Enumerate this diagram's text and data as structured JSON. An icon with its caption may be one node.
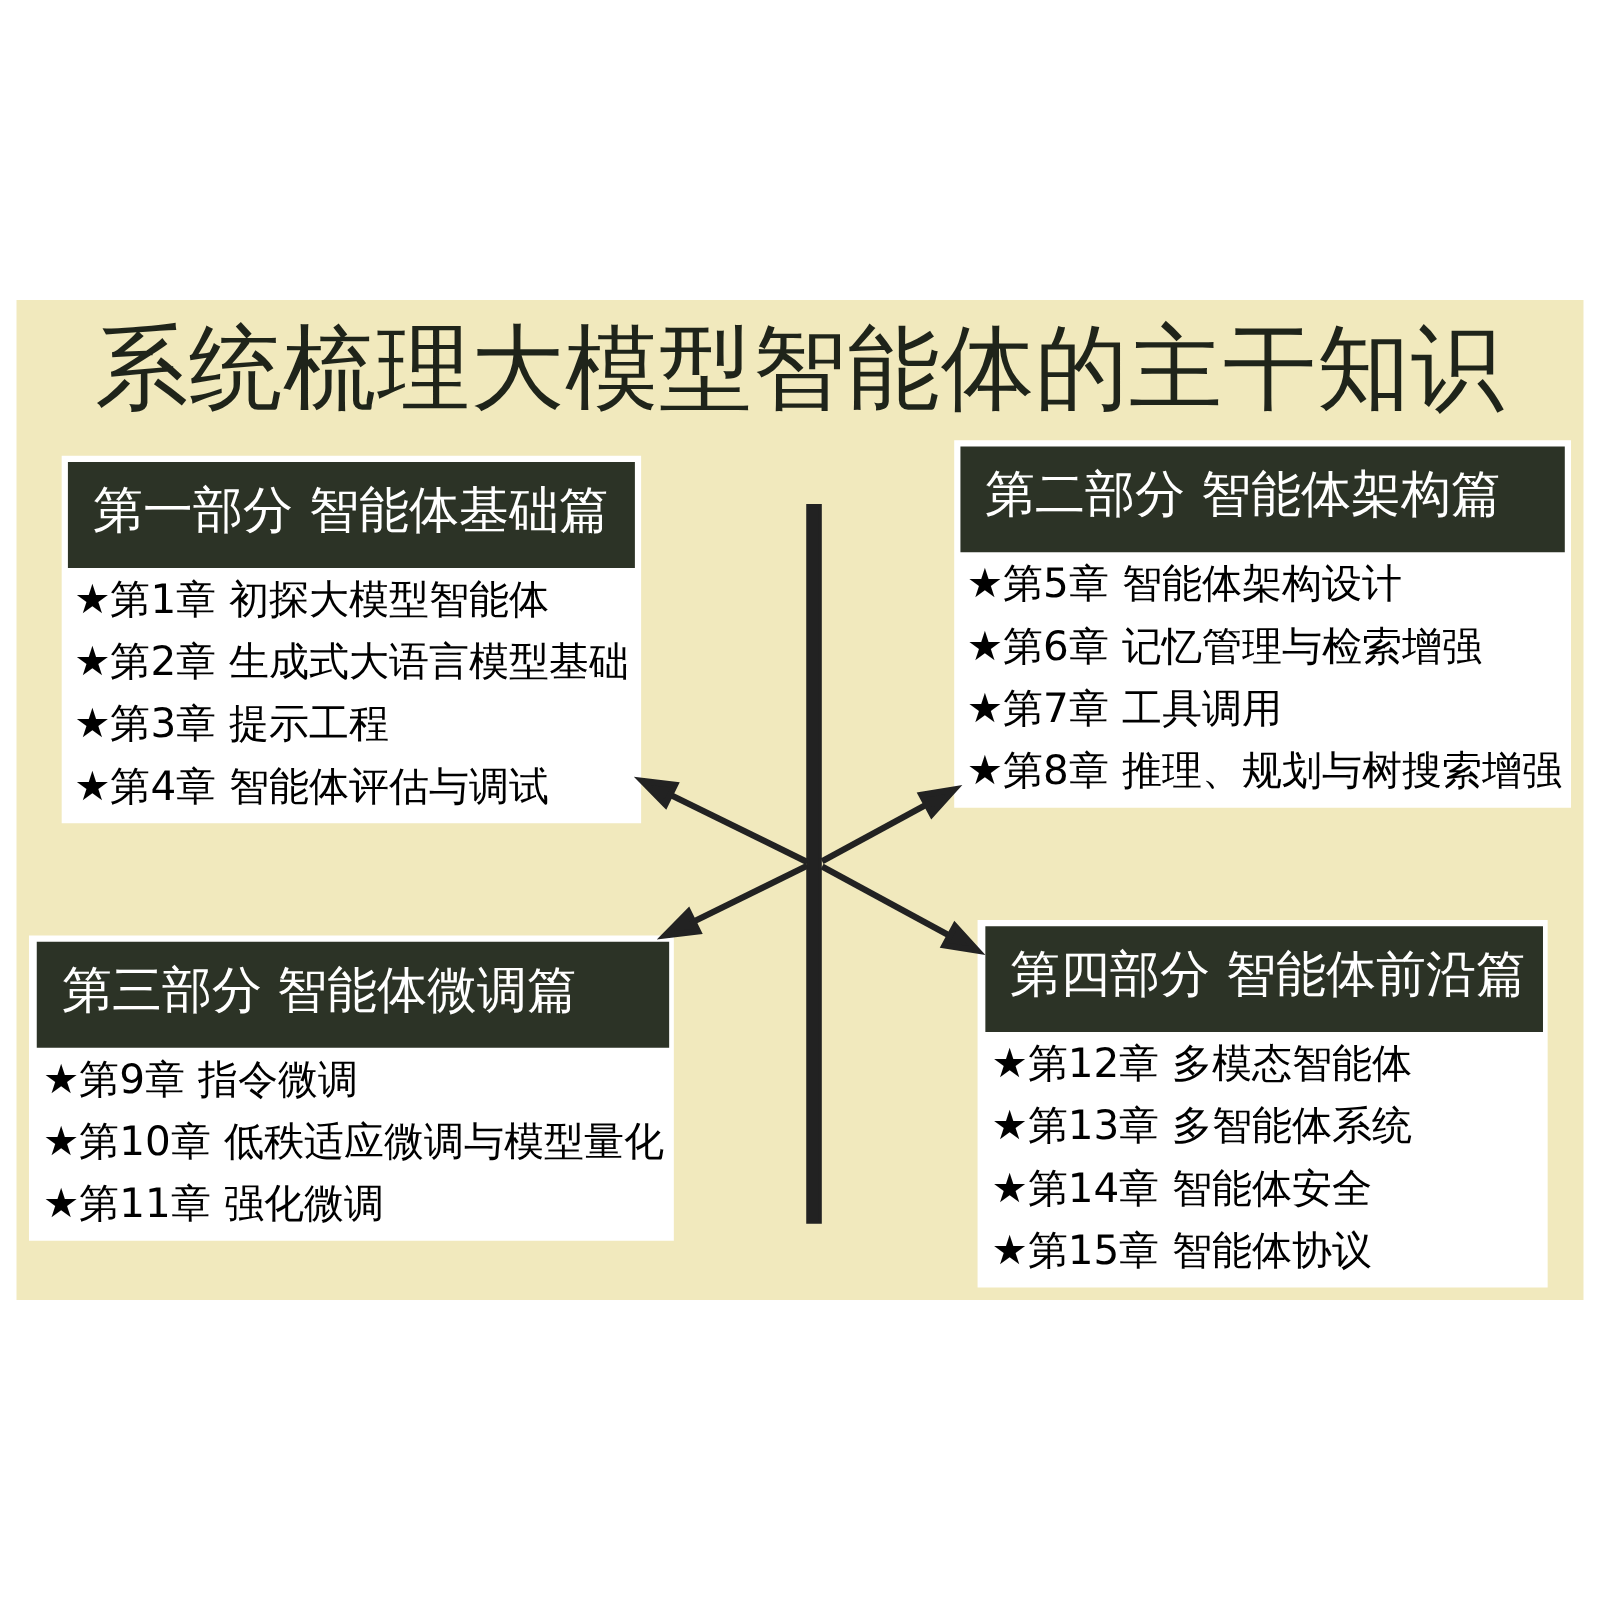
{
  "diagram": {
    "title": "系统梳理大模型智能体的主干知识",
    "nodes": [
      {
        "text": [
          "第一部分 智能体基础篇",
          "★第1章 初探大模型智能体",
          "★第2章 生成式大语言模型基础",
          "★第3章 提示工程",
          "★第4章 智能体评估与调试"
        ]
      },
      {
        "text": [
          "第二部分 智能体架构篇",
          "★第5章 智能体架构设计",
          "★第6章 记忆管理与检索增强",
          "★第7章 工具调用",
          "★第8章 推理、规划与树搜索增强"
        ]
      },
      {
        "text": [
          "第三部分 智能体微调篇",
          "★第9章 指令微调",
          "★第10章 低秩适应微调与模型量化",
          "★第11章 强化微调"
        ]
      },
      {
        "text": [
          "第四部分 智能体前沿篇",
          "★第12章 多模态智能体",
          "★第13章 多智能体系统",
          "★第14章 智能体安全",
          "★第15章 智能体协议"
        ]
      },
      {
        "text": [],
        "shape": "bar"
      }
    ],
    "edges": [
      {
        "from": 4,
        "to": 0,
        "arrow": "to"
      },
      {
        "from": 4,
        "to": 1,
        "arrow": "to"
      },
      {
        "from": 4,
        "to": 2,
        "arrow": "to"
      },
      {
        "from": 4,
        "to": 3,
        "arrow": "to"
      }
    ]
  }
}
